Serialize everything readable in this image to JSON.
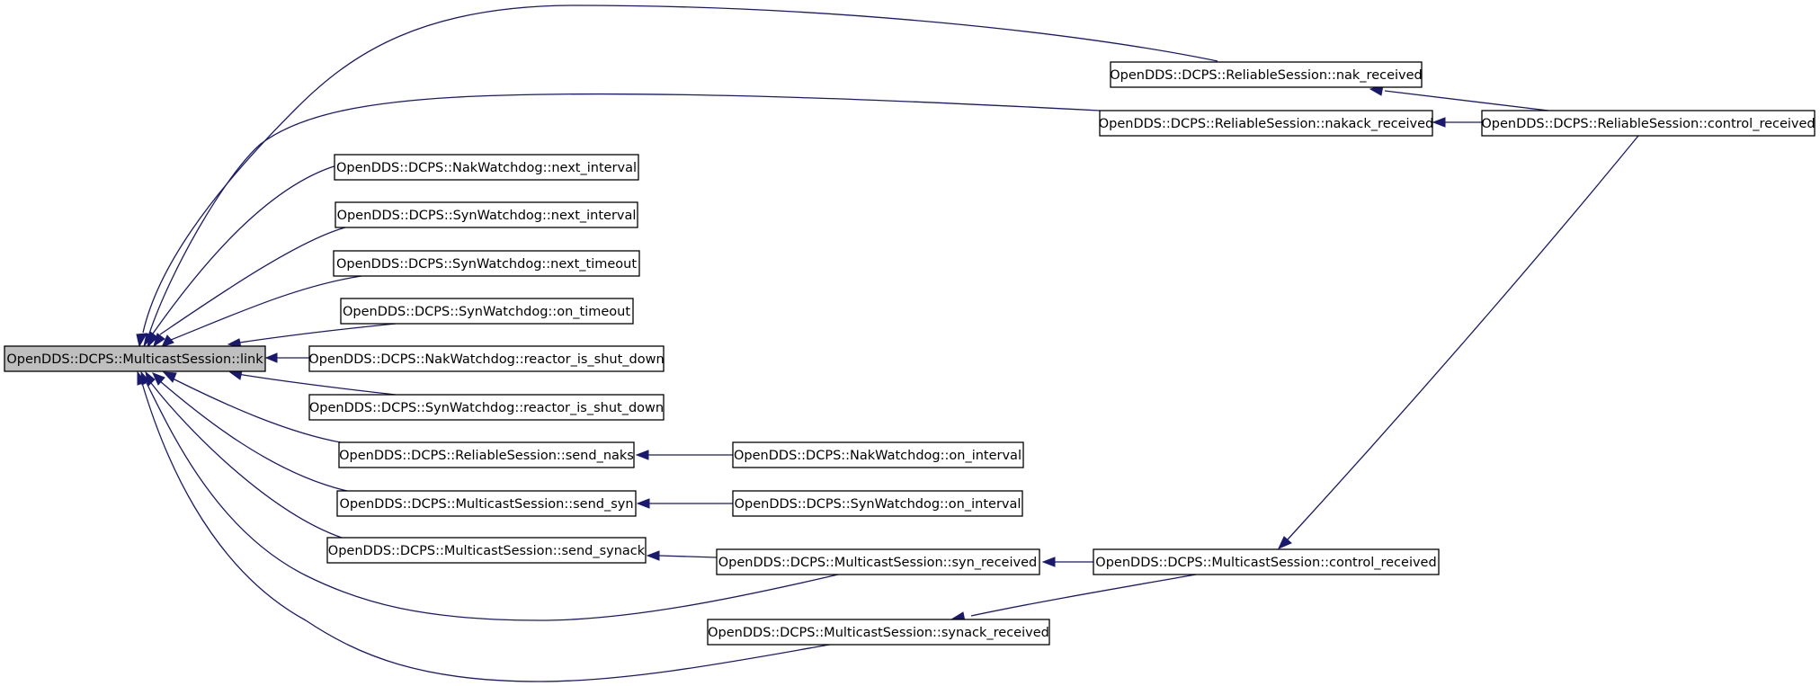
{
  "nodes": {
    "link": "OpenDDS::DCPS::MulticastSession::link",
    "nak_received": "OpenDDS::DCPS::ReliableSession::nak_received",
    "nakack_received": "OpenDDS::DCPS::ReliableSession::nakack_received",
    "rs_control_received": "OpenDDS::DCPS::ReliableSession::control_received",
    "nak_next_interval": "OpenDDS::DCPS::NakWatchdog::next_interval",
    "syn_next_interval": "OpenDDS::DCPS::SynWatchdog::next_interval",
    "syn_next_timeout": "OpenDDS::DCPS::SynWatchdog::next_timeout",
    "syn_on_timeout": "OpenDDS::DCPS::SynWatchdog::on_timeout",
    "nak_reactor_shut_down": "OpenDDS::DCPS::NakWatchdog::reactor_is_shut_down",
    "syn_reactor_shut_down": "OpenDDS::DCPS::SynWatchdog::reactor_is_shut_down",
    "send_naks": "OpenDDS::DCPS::ReliableSession::send_naks",
    "nak_on_interval": "OpenDDS::DCPS::NakWatchdog::on_interval",
    "send_syn": "OpenDDS::DCPS::MulticastSession::send_syn",
    "syn_on_interval": "OpenDDS::DCPS::SynWatchdog::on_interval",
    "send_synack": "OpenDDS::DCPS::MulticastSession::send_synack",
    "syn_received": "OpenDDS::DCPS::MulticastSession::syn_received",
    "ms_control_received": "OpenDDS::DCPS::MulticastSession::control_received",
    "synack_received": "OpenDDS::DCPS::MulticastSession::synack_received"
  },
  "colors": {
    "edge": "#191970",
    "root_fill": "#bfbfbf",
    "node_fill": "#ffffff",
    "node_border": "#000000"
  }
}
